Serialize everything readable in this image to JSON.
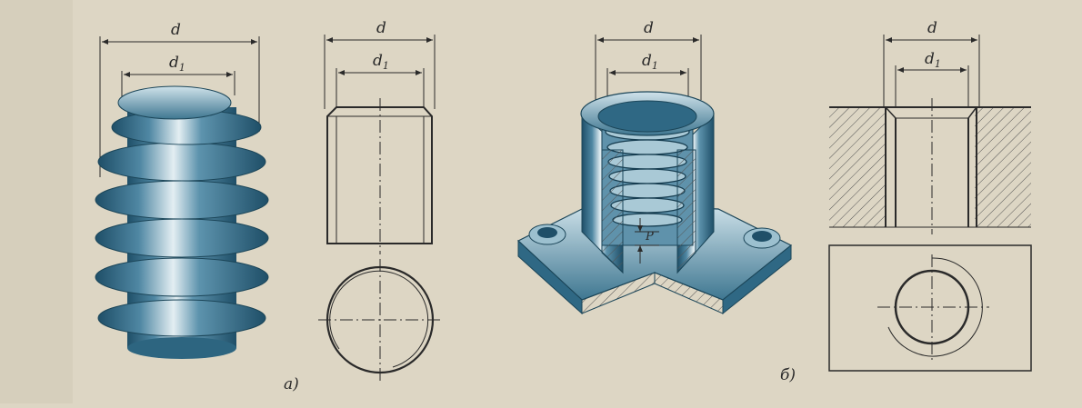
{
  "labels": {
    "dim_outer": "d",
    "dim_inner_base": "d",
    "dim_inner_sub": "1",
    "pitch": "P",
    "caption_a": "a)",
    "caption_b": "б)"
  },
  "colors": {
    "paper": "#ddd6c4",
    "ink": "#2a2a2a",
    "metal_dark": "#1f4f68",
    "metal_mid": "#4f87a3",
    "metal_light": "#cfe2ea"
  }
}
